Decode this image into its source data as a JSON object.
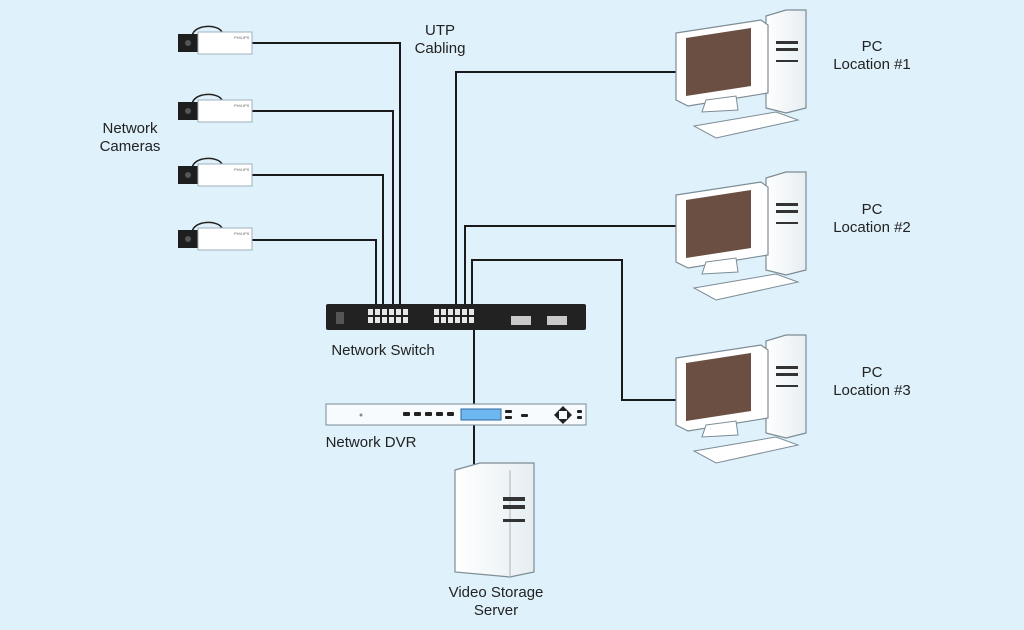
{
  "labels": {
    "utp": [
      "UTP",
      "Cabling"
    ],
    "cameras": [
      "Network",
      "Cameras"
    ],
    "switch": "Network Switch",
    "dvr": "Network DVR",
    "server": [
      "Video Storage",
      "Server"
    ],
    "pc1": [
      "PC",
      "Location #1"
    ],
    "pc2": [
      "PC",
      "Location #2"
    ],
    "pc3": [
      "PC",
      "Location #3"
    ]
  },
  "camera_brand": "PHILIPS",
  "colors": {
    "background": "#dff1fa",
    "cable": "#1a1a1a",
    "device_body": "#ffffff",
    "monitor_screen": "#6b4f42",
    "switch_body": "#222222",
    "dvr_display": "#6fb7f0"
  }
}
